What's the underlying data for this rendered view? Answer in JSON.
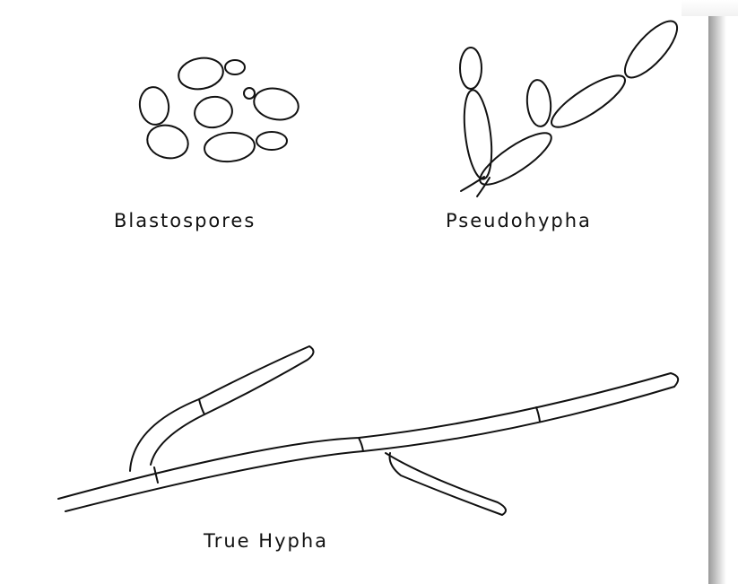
{
  "labels": {
    "blastospores": "Blastospores",
    "pseudohypha": "Pseudohypha",
    "true_hypha": "True  Hypha"
  },
  "colors": {
    "stroke": "#111111",
    "background": "#ffffff",
    "shadow": "#9a9a9a"
  }
}
